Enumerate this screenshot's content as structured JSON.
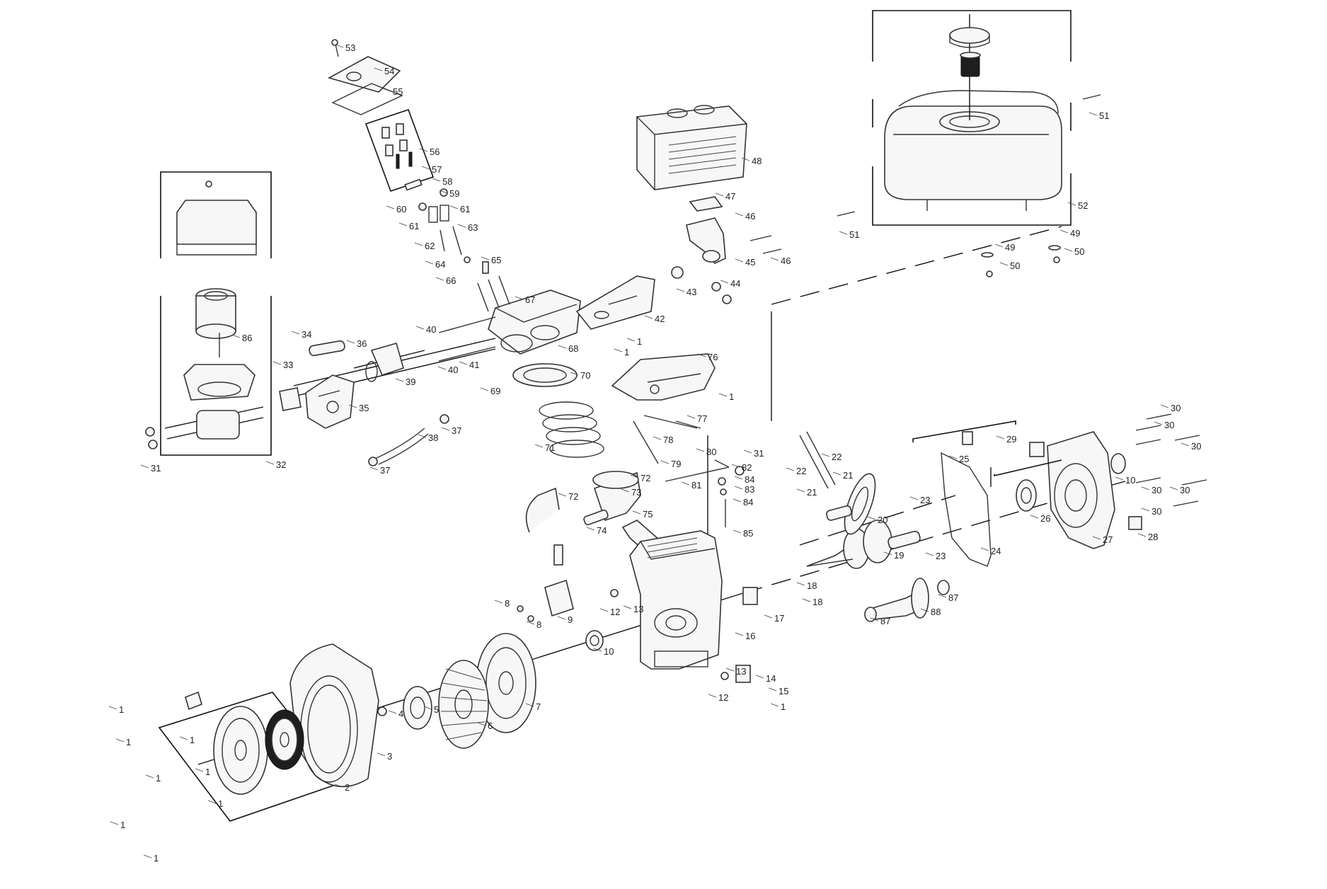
{
  "diagram": {
    "callouts": [
      "1",
      "2",
      "3",
      "4",
      "5",
      "6",
      "7",
      "8",
      "9",
      "10",
      "12",
      "13",
      "14",
      "15",
      "16",
      "17",
      "18",
      "19",
      "20",
      "21",
      "22",
      "23",
      "24",
      "25",
      "26",
      "27",
      "28",
      "29",
      "30",
      "31",
      "32",
      "33",
      "34",
      "35",
      "36",
      "37",
      "38",
      "39",
      "40",
      "41",
      "42",
      "43",
      "44",
      "45",
      "46",
      "47",
      "48",
      "49",
      "50",
      "51",
      "52",
      "53",
      "54",
      "55",
      "56",
      "57",
      "58",
      "59",
      "60",
      "61",
      "62",
      "63",
      "64",
      "65",
      "66",
      "67",
      "68",
      "69",
      "70",
      "71",
      "72",
      "73",
      "74",
      "75",
      "76",
      "77",
      "78",
      "79",
      "80",
      "81",
      "82",
      "83",
      "84",
      "85",
      "86",
      "87",
      "88"
    ]
  }
}
